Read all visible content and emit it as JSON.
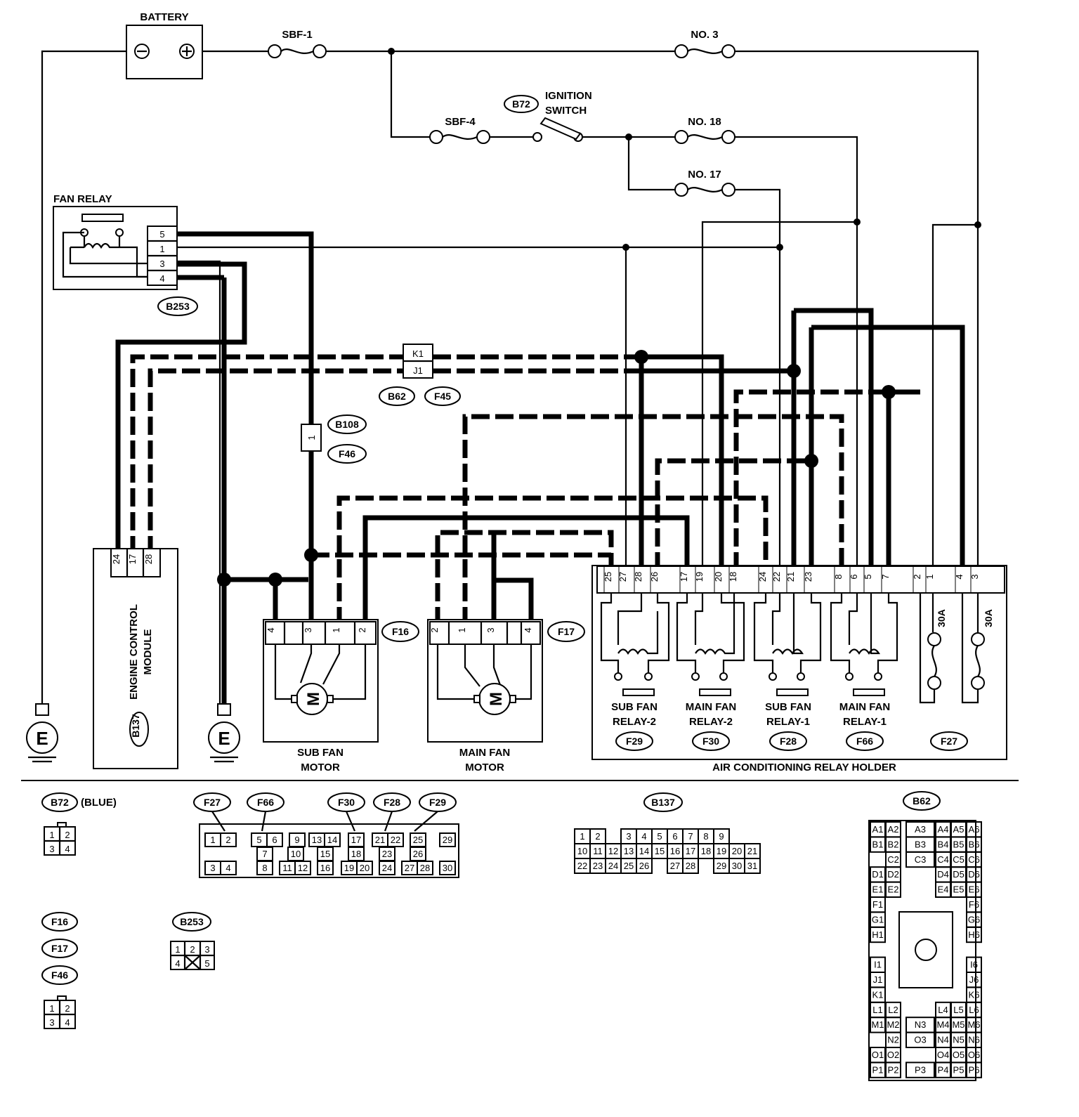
{
  "components": {
    "battery": "BATTERY",
    "sbf1": "SBF-1",
    "sbf4": "SBF-4",
    "no3": "NO. 3",
    "no17": "NO. 17",
    "no18": "NO. 18",
    "ignition_switch": [
      "IGNITION",
      "SWITCH"
    ],
    "fan_relay": "FAN RELAY",
    "ecm": [
      "ENGINE CONTROL",
      "MODULE"
    ],
    "sub_fan_motor": [
      "SUB FAN",
      "MOTOR"
    ],
    "main_fan_motor": [
      "MAIN FAN",
      "MOTOR"
    ],
    "relay_holder": "AIR CONDITIONING RELAY HOLDER",
    "relays": [
      {
        "name": [
          "SUB FAN",
          "RELAY-2"
        ],
        "connector": "F29"
      },
      {
        "name": [
          "MAIN FAN",
          "RELAY-2"
        ],
        "connector": "F30"
      },
      {
        "name": [
          "SUB FAN",
          "RELAY-1"
        ],
        "connector": "F28"
      },
      {
        "name": [
          "MAIN FAN",
          "RELAY-1"
        ],
        "connector": "F66"
      }
    ],
    "fuse_30a": "30A",
    "ground": "E",
    "motor": "M"
  },
  "connector_tags": {
    "b72": "B72",
    "b253": "B253",
    "b62": "B62",
    "f45": "F45",
    "b108": "B108",
    "f46": "F46",
    "f16": "F16",
    "f17": "F17",
    "b137": "B137",
    "f27": "F27"
  },
  "pins": {
    "fan_relay": [
      "5",
      "1",
      "3",
      "4"
    ],
    "ecm": [
      "24",
      "17",
      "28"
    ],
    "joint": [
      "K1",
      "J1"
    ],
    "b108": "1",
    "sub_motor": [
      "4",
      "3",
      "1",
      "2"
    ],
    "main_motor": [
      "2",
      "1",
      "3",
      "4"
    ],
    "holder": [
      "25",
      "27",
      "28",
      "26",
      "17",
      "19",
      "20",
      "18",
      "24",
      "22",
      "21",
      "23",
      "8",
      "6",
      "5",
      "7",
      "2",
      "1",
      "4",
      "3"
    ]
  },
  "legend": {
    "b72": {
      "tag": "B72",
      "note": "(BLUE)",
      "pins": [
        "1",
        "2",
        "3",
        "4"
      ]
    },
    "f_tags": [
      "F27",
      "F66",
      "F30",
      "F28",
      "F29"
    ],
    "f_grid": [
      "1",
      "2",
      "5",
      "6",
      "9",
      "13",
      "14",
      "17",
      "21",
      "22",
      "25",
      "29",
      "7",
      "10",
      "15",
      "18",
      "23",
      "26",
      "30",
      "3",
      "4",
      "8",
      "11",
      "12",
      "16",
      "19",
      "20",
      "24",
      "27",
      "28"
    ],
    "b137": {
      "tag": "B137",
      "pins": [
        "1",
        "2",
        "3",
        "4",
        "5",
        "6",
        "7",
        "8",
        "9",
        "10",
        "11",
        "12",
        "13",
        "14",
        "15",
        "16",
        "17",
        "18",
        "19",
        "20",
        "21",
        "22",
        "23",
        "24",
        "25",
        "26",
        "27",
        "28",
        "29",
        "30",
        "31"
      ]
    },
    "b62": {
      "tag": "B62",
      "pins": [
        "A1",
        "A2",
        "A3",
        "A4",
        "A5",
        "A6",
        "B1",
        "B2",
        "B3",
        "B4",
        "B5",
        "B6",
        "C2",
        "C3",
        "C4",
        "C5",
        "C6",
        "D1",
        "D2",
        "D4",
        "D5",
        "D6",
        "E1",
        "E2",
        "E4",
        "E5",
        "E6",
        "F1",
        "F6",
        "G1",
        "G6",
        "H1",
        "H6",
        "I1",
        "I6",
        "J1",
        "J6",
        "K1",
        "K6",
        "L1",
        "L2",
        "L4",
        "L5",
        "L6",
        "M1",
        "M2",
        "N3",
        "M4",
        "M5",
        "M6",
        "N2",
        "O3",
        "N4",
        "N5",
        "N6",
        "O1",
        "O2",
        "O4",
        "O5",
        "O6",
        "P1",
        "P2",
        "P3",
        "P4",
        "P5",
        "P6"
      ]
    },
    "small_tags": [
      "F16",
      "F17",
      "F46"
    ],
    "small_pins": [
      "1",
      "2",
      "3",
      "4"
    ],
    "b253": {
      "tag": "B253",
      "pins": [
        "1",
        "2",
        "3",
        "4",
        "5"
      ]
    }
  }
}
